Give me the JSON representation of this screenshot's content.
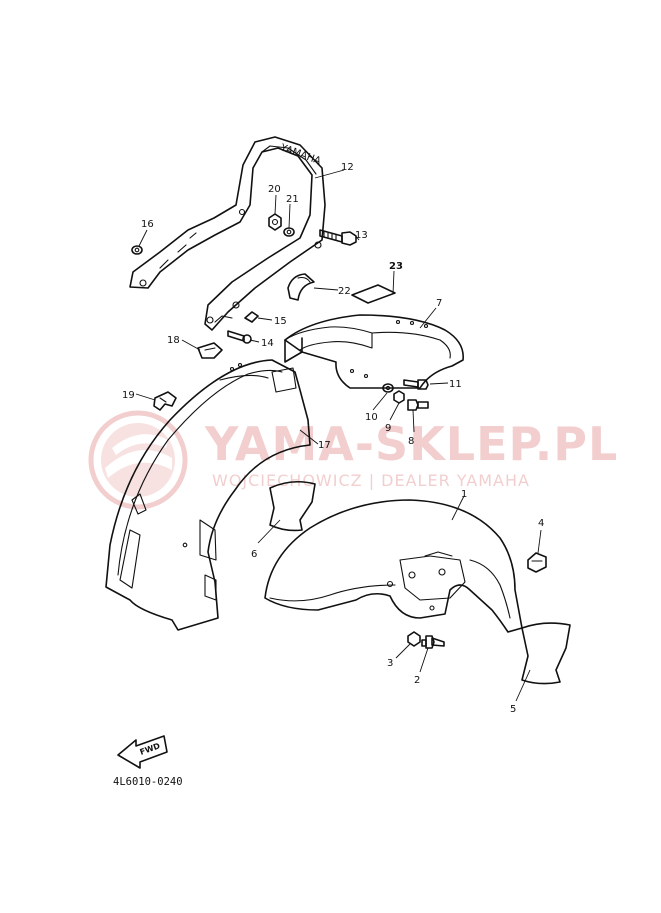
{
  "diagram": {
    "part_code": "4L6010-0240",
    "direction_badge": "FWD",
    "callouts": [
      "1",
      "2",
      "3",
      "4",
      "5",
      "6",
      "7",
      "8",
      "9",
      "10",
      "11",
      "12",
      "13",
      "14",
      "15",
      "16",
      "17",
      "18",
      "19",
      "20",
      "21",
      "22",
      "23"
    ]
  },
  "watermark": {
    "title": "YAMA-SKLEP.PL",
    "subtitle": "WOJCIECHOWICZ | DEALER YAMAHA",
    "color": "#e8a7a7"
  }
}
